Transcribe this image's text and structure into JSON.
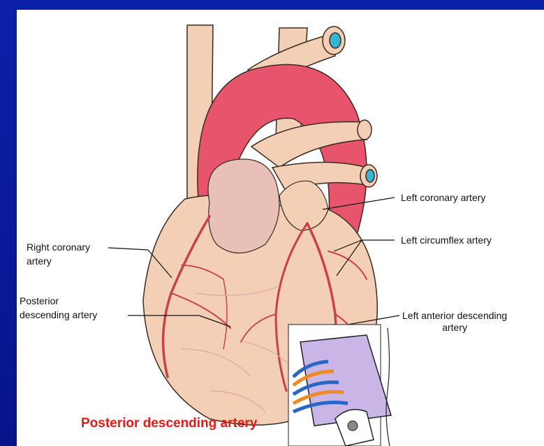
{
  "labels": {
    "left_coronary": "Left coronary artery",
    "left_circumflex": "Left circumflex artery",
    "right_coronary_line1": "Right coronary",
    "right_coronary_line2": "artery",
    "posterior_line1": "Posterior",
    "posterior_line2": "descending artery",
    "lad_line1": "Left anterior descending",
    "lad_line2": "artery"
  },
  "caption": "Posterior descending artery",
  "colors": {
    "background": "#0a1a8c",
    "heart": "#f2cfb5",
    "aorta": "#e8546c",
    "vessel": "#c8404a",
    "caption": "#e41b17"
  }
}
